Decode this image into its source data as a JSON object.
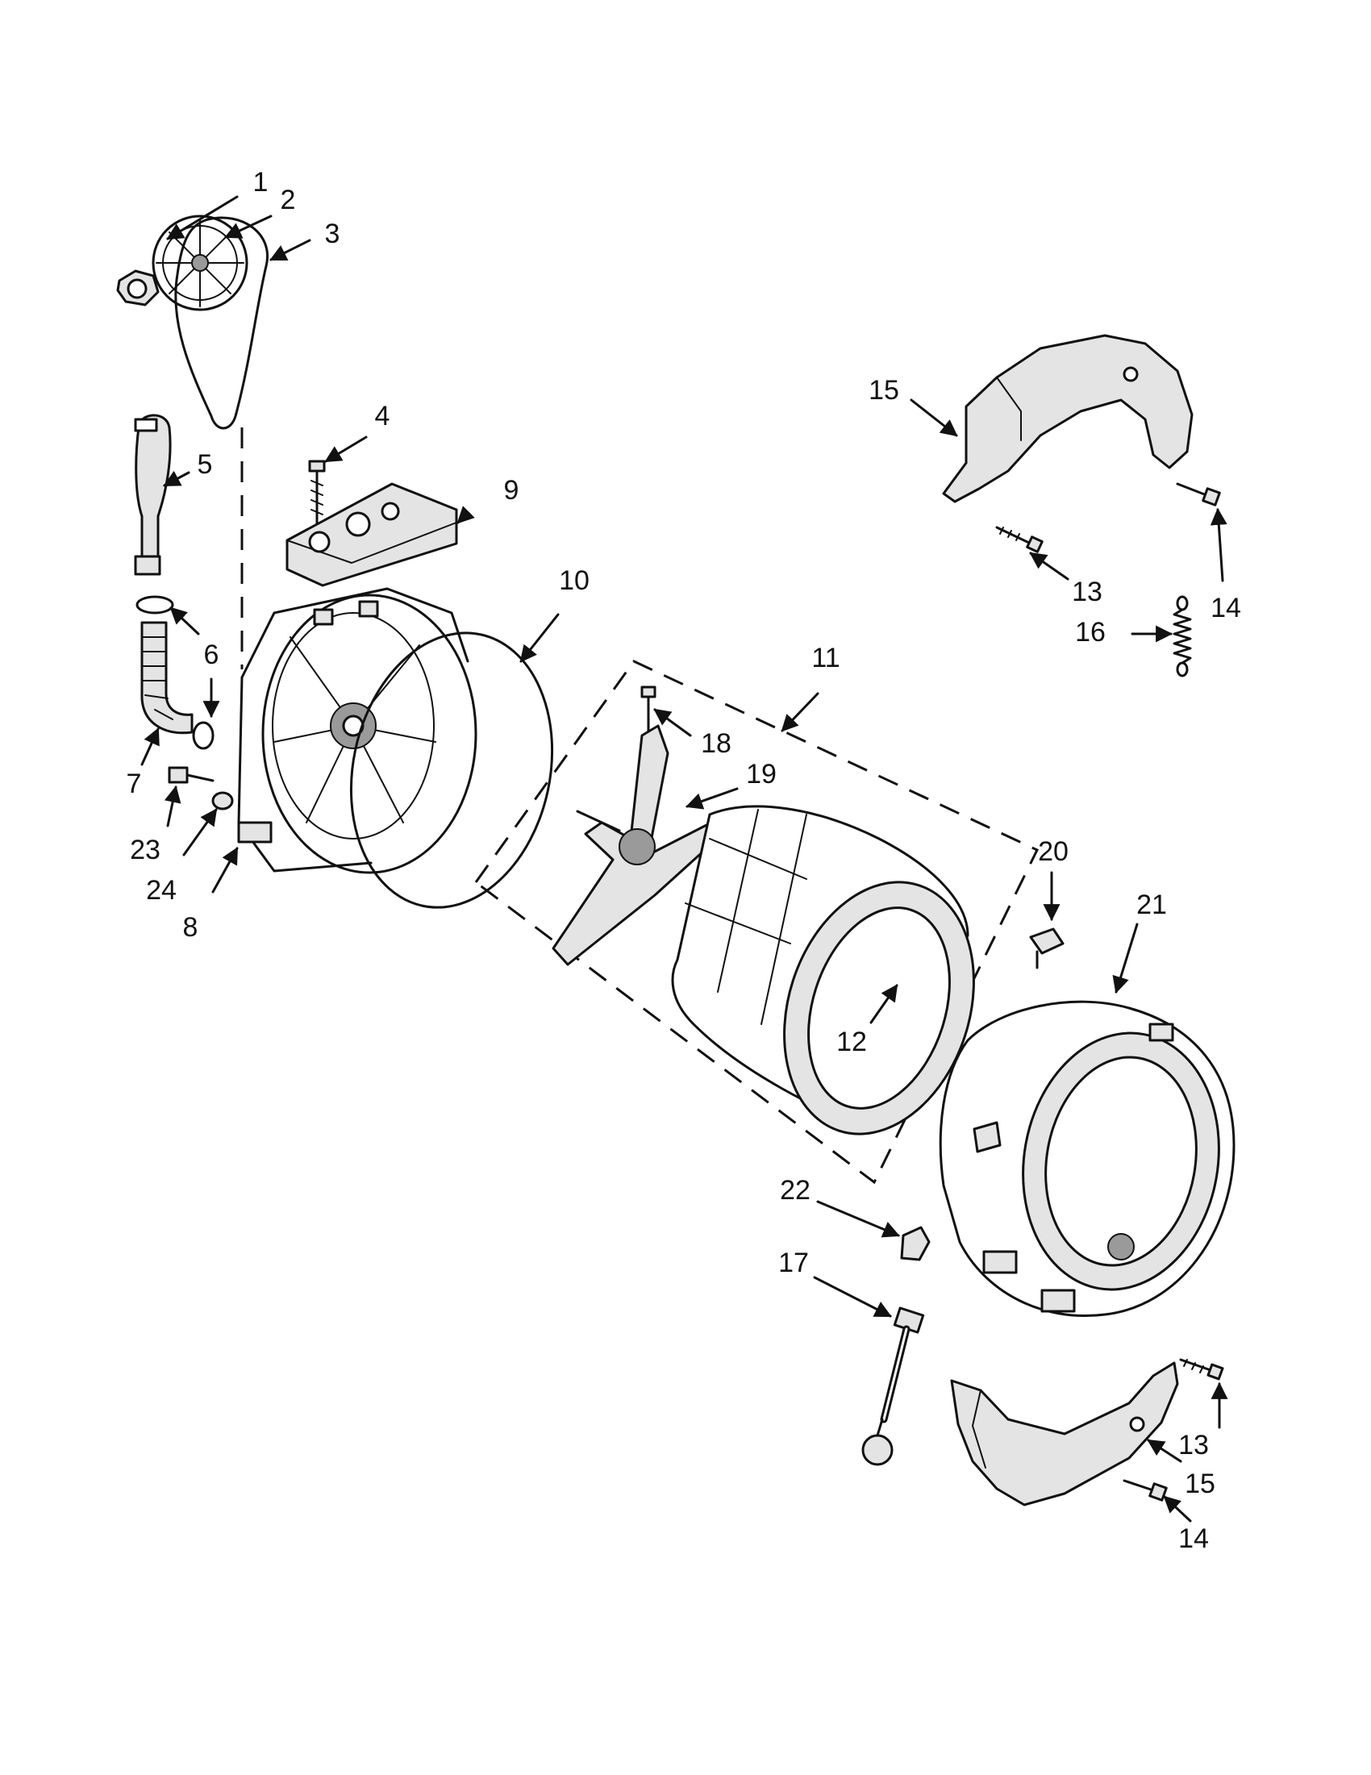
{
  "callouts": [
    {
      "id": "1",
      "label": "1"
    },
    {
      "id": "2",
      "label": "2"
    },
    {
      "id": "3",
      "label": "3"
    },
    {
      "id": "4",
      "label": "4"
    },
    {
      "id": "5",
      "label": "5"
    },
    {
      "id": "6",
      "label": "6"
    },
    {
      "id": "7",
      "label": "7"
    },
    {
      "id": "8",
      "label": "8"
    },
    {
      "id": "9",
      "label": "9"
    },
    {
      "id": "10",
      "label": "10"
    },
    {
      "id": "11",
      "label": "11"
    },
    {
      "id": "12",
      "label": "12"
    },
    {
      "id": "13a",
      "label": "13"
    },
    {
      "id": "13b",
      "label": "13"
    },
    {
      "id": "14a",
      "label": "14"
    },
    {
      "id": "14b",
      "label": "14"
    },
    {
      "id": "15a",
      "label": "15"
    },
    {
      "id": "15b",
      "label": "15"
    },
    {
      "id": "16",
      "label": "16"
    },
    {
      "id": "17",
      "label": "17"
    },
    {
      "id": "18",
      "label": "18"
    },
    {
      "id": "19",
      "label": "19"
    },
    {
      "id": "20",
      "label": "20"
    },
    {
      "id": "21",
      "label": "21"
    },
    {
      "id": "22",
      "label": "22"
    },
    {
      "id": "23",
      "label": "23"
    },
    {
      "id": "24",
      "label": "24"
    }
  ]
}
